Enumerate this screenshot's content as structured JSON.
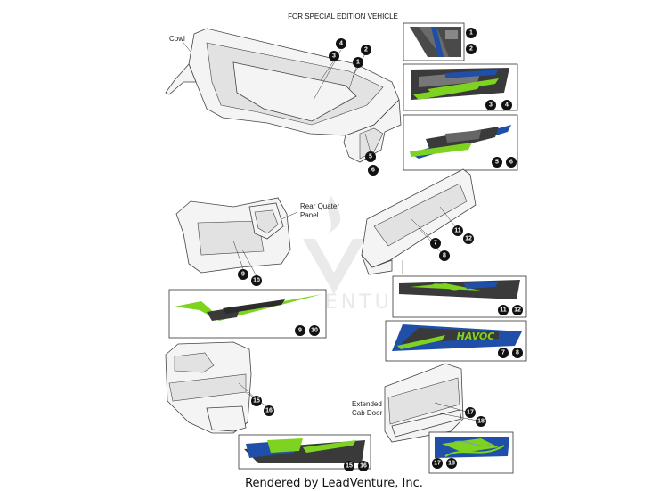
{
  "header": {
    "title": "FOR SPECIAL EDITION VEHICLE"
  },
  "labels": {
    "cowl": "Cowl",
    "rear_quarter_line1": "Rear Quater",
    "rear_quarter_line2": "Panel",
    "extended_cab_line1": "Extended",
    "extended_cab_line2": "Cab Door"
  },
  "decal_text": "HAVOC",
  "watermark_text": "LEADVENTURE",
  "footer": {
    "text": "Rendered by LeadVenture, Inc."
  },
  "callouts": {
    "c1": "1",
    "c2": "2",
    "c3": "3",
    "c4": "4",
    "c5": "5",
    "c6": "6",
    "c7": "7",
    "c8": "8",
    "c9": "9",
    "c10": "10",
    "c11": "11",
    "c12": "12",
    "c15": "15",
    "c16": "16",
    "c17": "17",
    "c18": "18"
  },
  "colors": {
    "decal_green": "#7ed321",
    "decal_blue": "#1f4fa8",
    "decal_dark": "#3a3a3a",
    "decal_gray": "#777777"
  }
}
